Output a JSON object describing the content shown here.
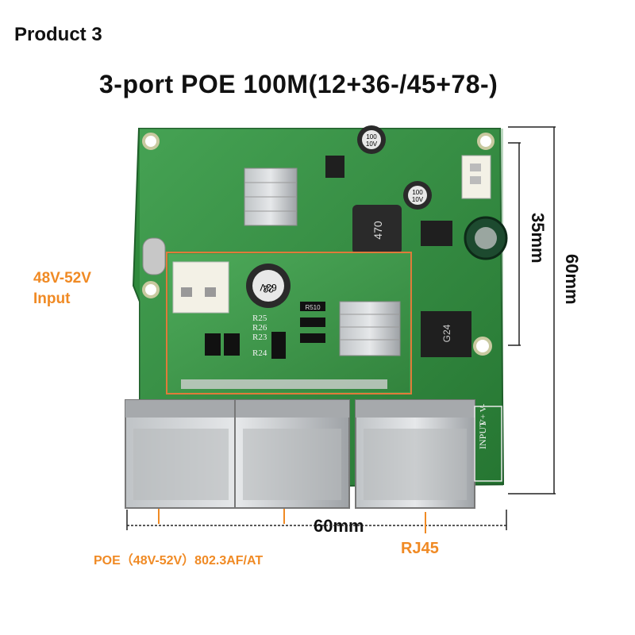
{
  "header": {
    "product_label": "Product 3"
  },
  "title": "3-port POE 100M(12+36-/45+78-)",
  "labels": {
    "input_voltage_line1": "48V-52V",
    "input_voltage_line2": "Input",
    "poe_ports": "POE（48V-52V）802.3AF/AT",
    "rj45": "RJ45"
  },
  "dimensions": {
    "width_bottom": "60mm",
    "height_side": "60mm",
    "inner_height": "35mm"
  },
  "board_markings": {
    "cap1_line1": "22",
    "cap1_line2": "63V",
    "cap2_line1": "100",
    "cap2_line2": "10V",
    "cap3_line1": "100",
    "cap3_line2": "10V",
    "inductor": "470",
    "input_silk": "INPUT",
    "vv_silk": "V+ V-",
    "r25": "R25",
    "r26": "R26",
    "r23": "R23",
    "r24": "R24",
    "r510": "R510",
    "chip": "G24"
  },
  "colors": {
    "accent_orange": "#f08a24",
    "pcb_green": "#2f8a3c",
    "highlight_box": "#e07a3a"
  }
}
